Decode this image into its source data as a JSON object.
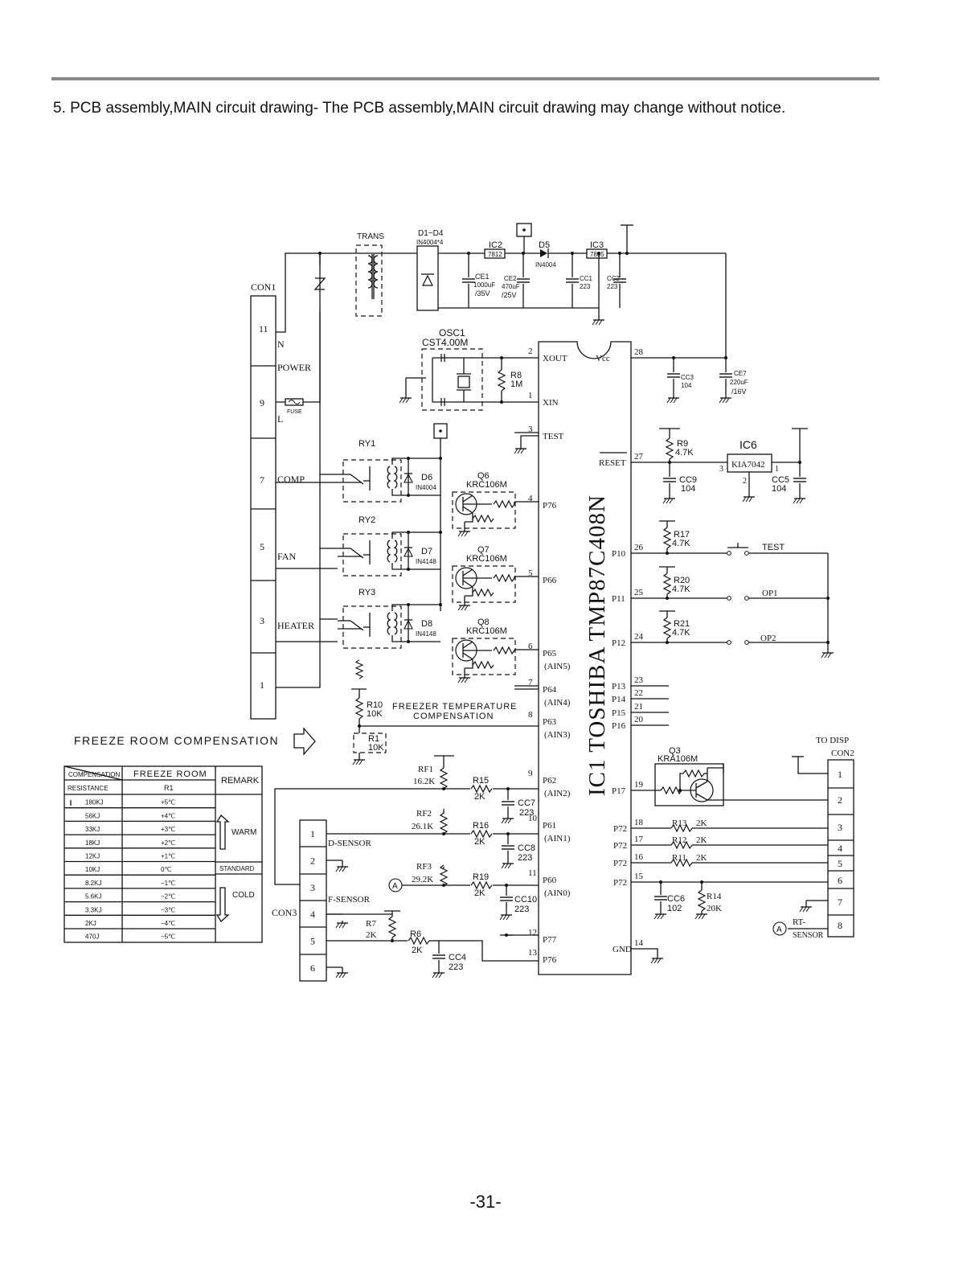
{
  "page": {
    "heading": "5. PCB assembly,MAIN circuit drawing- The PCB assembly,MAIN circuit drawing may change without notice.",
    "page_number": "-31-"
  },
  "ic1": {
    "designator": "IC1",
    "name": "TOSHIBA TMP87C408N",
    "pins": {
      "xout": "XOUT",
      "xin": "XIN",
      "test": "TEST",
      "p76a": "P76",
      "p66": "P66",
      "p65": "P65",
      "ain5": "(AIN5)",
      "p64": "P64",
      "ain4": "(AIN4)",
      "p63": "P63",
      "ain3": "(AIN3)",
      "p62": "P62",
      "ain2": "(AIN2)",
      "p61": "P61",
      "ain1": "(AIN1)",
      "p60": "P60",
      "ain0": "(AIN0)",
      "p77": "P77",
      "p76b": "P76",
      "vcc": "Vcc",
      "reset": "RESET",
      "p10": "P10",
      "p11": "P11",
      "p12": "P12",
      "p13": "P13",
      "p14": "P14",
      "p15": "P15",
      "p16": "P16",
      "p17": "P17",
      "p72": "P72",
      "gnd": "GND"
    },
    "pin_numbers": [
      "2",
      "1",
      "3",
      "4",
      "5",
      "6",
      "7",
      "8",
      "9",
      "10",
      "11",
      "12",
      "13",
      "28",
      "27",
      "26",
      "25",
      "24",
      "23",
      "22",
      "21",
      "20",
      "19",
      "18",
      "17",
      "16",
      "15",
      "14"
    ]
  },
  "power_section": {
    "trans": "TRANS",
    "bridge": "D1~D4",
    "bridge_part": "IN4004*4",
    "ic2": "IC2",
    "ic2_part": "7812",
    "d5": "D5",
    "d5_part": "IN4004",
    "ic3": "IC3",
    "ic3_part": "7805",
    "ce1": "CE1",
    "ce1_val1": "1000uF",
    "ce1_val2": "/35V",
    "ce2": "CE2",
    "ce2_val1": "470uF",
    "ce2_val2": "/25V",
    "cc1": "CC1",
    "cc1_val": "223",
    "cc2": "CC2",
    "cc2_val": "223",
    "cc3": "CC3",
    "cc3_val": "104",
    "ce7": "CE7",
    "ce7_val1": "220uF",
    "ce7_val2": "/16V"
  },
  "oscillator": {
    "name": "OSC1",
    "part": "CST4.00M",
    "r8": "R8",
    "r8_val": "1M"
  },
  "con1": {
    "name": "CON1",
    "pins": [
      "11",
      "9",
      "7",
      "5",
      "3",
      "1"
    ],
    "labels": {
      "n": "N",
      "power": "POWER",
      "l": "L",
      "comp": "COMP",
      "fan": "FAN",
      "heater": "HEATER"
    },
    "fuse": "FUSE"
  },
  "relays": [
    {
      "ry": "RY1",
      "diode": "D6",
      "diode_part": "IN4004",
      "q": "Q6",
      "q_part": "KRC106M"
    },
    {
      "ry": "RY2",
      "diode": "D7",
      "diode_part": "IN4148",
      "q": "Q7",
      "q_part": "KRC106M"
    },
    {
      "ry": "RY3",
      "diode": "D8",
      "diode_part": "IN4148",
      "q": "Q8",
      "q_part": "KRC106M"
    }
  ],
  "reset_section": {
    "r9": "R9",
    "r9_val": "4.7K",
    "ic6": "IC6",
    "ic6_part": "KIA7042",
    "cc9": "CC9",
    "cc9_val": "104",
    "cc5": "CC5",
    "cc5_val": "104",
    "pin3": "3",
    "pin2": "2",
    "pin1": "1"
  },
  "options": {
    "r17": "R17",
    "r17_val": "4.7K",
    "test": "TEST",
    "r20": "R20",
    "r20_val": "4.7K",
    "op1": "OP1",
    "r21": "R21",
    "r21_val": "4.7K",
    "op2": "OP2"
  },
  "compensation": {
    "r10": "R10",
    "r10_val": "10K",
    "note1": "FREEZER TEMPERATURE",
    "note2": "COMPENSATION",
    "r1": "R1",
    "r1_val": "10K"
  },
  "sensors": {
    "rf1": "RF1",
    "rf1_val": "16.2K",
    "r15": "R15",
    "r15_val": "2K",
    "cc7": "CC7",
    "cc7_val": "223",
    "rf2": "RF2",
    "rf2_val": "26.1K",
    "r16": "R16",
    "r16_val": "2K",
    "cc8": "CC8",
    "cc8_val": "223",
    "rf3": "RF3",
    "rf3_val": "29.2K",
    "r19": "R19",
    "r19_val": "2K",
    "cc10": "CC10",
    "cc10_val": "223",
    "r7": "R7",
    "r7_val": "2K",
    "r6": "R6",
    "r6_val": "2K",
    "cc4": "CC4",
    "cc4_val": "223",
    "node": "A",
    "d_sensor": "D-SENSOR",
    "f_sensor": "F-SENSOR"
  },
  "con3": {
    "name": "CON3",
    "pins": [
      "1",
      "2",
      "3",
      "4",
      "5",
      "6"
    ]
  },
  "display_section": {
    "q3": "Q3",
    "q3_part": "KRA106M",
    "to": "TO DISP",
    "con2": "CON2",
    "r13": "R13",
    "r13_val": "2K",
    "r12": "R12",
    "r12_val": "2K",
    "r11": "R11",
    "r11_val": "2K",
    "cc6": "CC6",
    "cc6_val": "102",
    "r14": "R14",
    "r14_val": "20K",
    "rt1": "RT-",
    "rt2": "SENSOR",
    "pins": [
      "1",
      "2",
      "3",
      "4",
      "5",
      "6",
      "7",
      "8"
    ]
  },
  "freeze_table": {
    "title": "FREEZE ROOM COMPENSATION",
    "h_comp": "COMPENSATION",
    "h_res": "RESISTANCE",
    "h_room": "FREEZE ROOM",
    "h_r1": "R1",
    "h_remark": "REMARK",
    "warm": "WARM",
    "standard": "STANDARD",
    "cold": "COLD",
    "rows": [
      {
        "res": "180KJ",
        "temp": "+5℃"
      },
      {
        "res": "56KJ",
        "temp": "+4℃"
      },
      {
        "res": "33KJ",
        "temp": "+3℃"
      },
      {
        "res": "18KJ",
        "temp": "+2℃"
      },
      {
        "res": "12KJ",
        "temp": "+1℃"
      },
      {
        "res": "10KJ",
        "temp": "0℃"
      },
      {
        "res": "8.2KJ",
        "temp": "−1℃"
      },
      {
        "res": "5.6KJ",
        "temp": "−2℃"
      },
      {
        "res": "3.3KJ",
        "temp": "−3℃"
      },
      {
        "res": "2KJ",
        "temp": "−4℃"
      },
      {
        "res": "470J",
        "temp": "−5℃"
      }
    ]
  }
}
